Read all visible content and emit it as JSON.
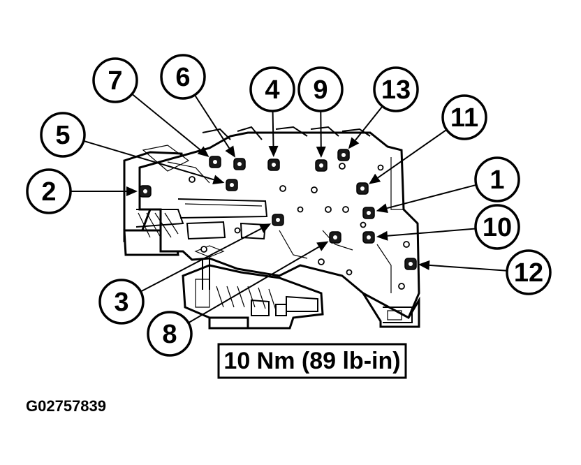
{
  "callouts": [
    "1",
    "2",
    "3",
    "4",
    "5",
    "6",
    "7",
    "8",
    "9",
    "10",
    "11",
    "12",
    "13"
  ],
  "torque_spec": "10 Nm (89 lb-in)",
  "figure_id": "G02757839"
}
